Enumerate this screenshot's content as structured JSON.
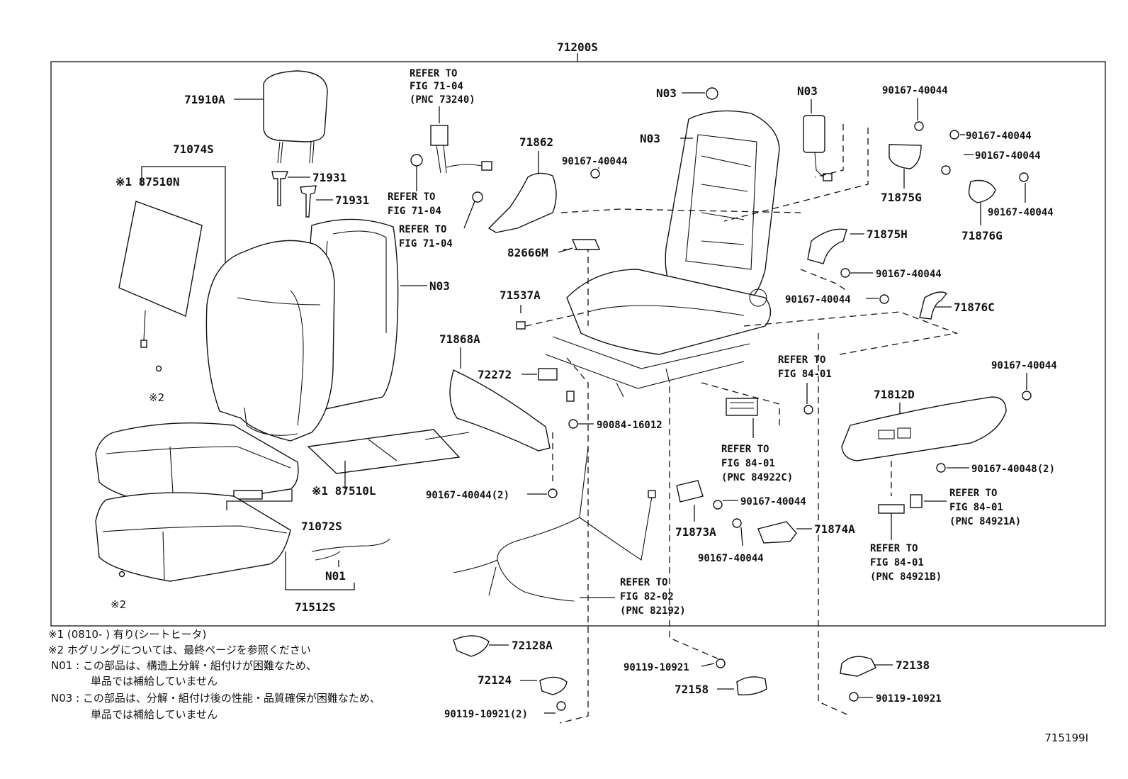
{
  "diagram": {
    "assembly": "71200S",
    "image_code": "715199I",
    "labels": {
      "l71910A": "71910A",
      "l71074S": "71074S",
      "l87510N": "※1 87510N",
      "l71931a": "71931",
      "l71931b": "71931",
      "lN03_back": "N03",
      "lS2a": "※2",
      "lS2b": "※2",
      "l87510L": "※1 87510L",
      "l71072S": "71072S",
      "lN01": "N01",
      "l71512S": "71512S",
      "refer1": [
        "REFER TO",
        "FIG 71-04",
        "(PNC 73240)"
      ],
      "refer2": [
        "REFER TO",
        "FIG 71-04"
      ],
      "refer3": [
        "REFER TO",
        "FIG 71-04"
      ],
      "l71862": "71862",
      "l82666M": "82666M",
      "l71537A": "71537A",
      "l71868A": "71868A",
      "l72272": "72272",
      "l90084": "90084-16012",
      "l90167_2a": "90167-40044(2)",
      "l90167_top": "90167-40044",
      "lN03_top": "N03",
      "lN03_frame": "N03",
      "lN03_airbag": "N03",
      "refer_82": [
        "REFER TO",
        "FIG 82-02",
        "(PNC 82192)"
      ],
      "l90167_r1": "90167-40044",
      "l90167_r2": "90167-40044",
      "l90167_r3": "90167-40044",
      "l90167_r4": "90167-40044",
      "l71875G": "71875G",
      "l71876G": "71876G",
      "l71875H": "71875H",
      "l90167_r5": "90167-40044",
      "l90167_r6": "90167-40044",
      "l71876C": "71876C",
      "refer_84a": [
        "REFER TO",
        "FIG 84-01"
      ],
      "refer_84b": [
        "REFER TO",
        "FIG 84-01",
        "(PNC 84922C)"
      ],
      "l90167_r7": "90167-40044",
      "l71812D": "71812D",
      "l90167_48": "90167-40048(2)",
      "refer_84c": [
        "REFER TO",
        "FIG 84-01",
        "(PNC 84921A)"
      ],
      "refer_84d": [
        "REFER TO",
        "FIG 84-01",
        "(PNC 84921B)"
      ],
      "l90167_m1": "90167-40044",
      "l71873A": "71873A",
      "l71874A": "71874A",
      "l90167_m2": "90167-40044",
      "l72128A": "72128A",
      "l72124": "72124",
      "l90119_2": "90119-10921(2)",
      "l90119_a": "90119-10921",
      "l72158": "72158",
      "l72138": "72138",
      "l90119_b": "90119-10921"
    },
    "notes": [
      "※1  (0810-    )  有り(シートヒータ)",
      "※2  ホグリングについては、最終ページを参照ください",
      "N01 : この部品は、構造上分解・組付けが困難なため、",
      "単品では補給していません",
      "N03 : この部品は、分解・組付け後の性能・品質確保が困難なため、",
      "単品では補給していません"
    ]
  }
}
